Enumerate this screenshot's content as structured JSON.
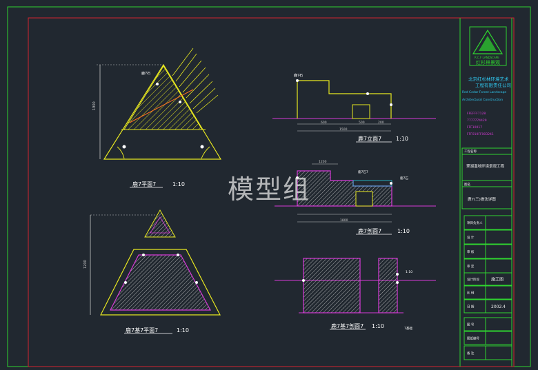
{
  "colors": {
    "background": "#212830",
    "outer_frame": "#2fd52f",
    "inner_frame": "#d2252f",
    "geometry": "#e8e820",
    "hatch_magenta": "#d83ad8",
    "dim_line": "#c8c8c8",
    "annot_cyan": "#29d0e0",
    "title_white": "#f0f0f0",
    "company_cyan": "#30c8f0"
  },
  "watermark": "模型组",
  "views": {
    "plan_title": "鹿7平面7",
    "plan_scale": "1:10",
    "elevation_title": "鹿7立面7",
    "elevation_scale": "1:10",
    "section_title": "鹿7剖面7",
    "section_scale": "1:10",
    "base_plan_title": "鹿7基7平面7",
    "base_plan_scale": "1:10",
    "base_section_title": "鹿7基7剖面7",
    "base_section_scale": "1:10"
  },
  "annotations": {
    "plan_label": "鹿7石",
    "elev_top_label": "鹿7石",
    "elev_dim_left": "600",
    "elev_dim_mid": "500",
    "elev_dim_right": "200",
    "elev_total": "1500",
    "sec_top_label": "1200",
    "sec_note_1": "鹿7石7",
    "sec_note_2": "鹿7石",
    "sec_bottom_dim": "1800",
    "plan_height_dim": "1900",
    "base_height_dim": "1200",
    "base_sec_note": "1:10",
    "base_sec_footnote": "1:10",
    "footnote": "7基础"
  },
  "title_block": {
    "logo_caption": "红杉林景观",
    "logo_subcaption": "R.C.F LANDSCAPE",
    "company_cn_1": "北京红杉林环境艺术",
    "company_cn_2": "工程有限责任公司",
    "company_en_1": "Red Cedar Forest Landscape",
    "company_en_2": "Architectural Construction",
    "phone_1": "FFEFFF7128",
    "phone_2": "7777774429",
    "phone_3": "FFF10017",
    "phone_4": "FFF010FF003241",
    "project_label": "工程名称",
    "project_name": "翠湖湿地环境景观工程",
    "drawing_label": "图名",
    "drawing_name": "鹿7(三)做法详图",
    "rows": [
      {
        "label": "项目负责人",
        "value": ""
      },
      {
        "label": "设  计",
        "value": ""
      },
      {
        "label": "审  核",
        "value": ""
      },
      {
        "label": "审  定",
        "value": ""
      },
      {
        "label": "设计阶段",
        "value": "施工图"
      },
      {
        "label": "比  例",
        "value": ""
      },
      {
        "label": "日  期",
        "value": "2002.4"
      },
      {
        "label": "图  号",
        "value": ""
      },
      {
        "label": "图纸编号",
        "value": ""
      },
      {
        "label": "备  注",
        "value": ""
      }
    ]
  }
}
